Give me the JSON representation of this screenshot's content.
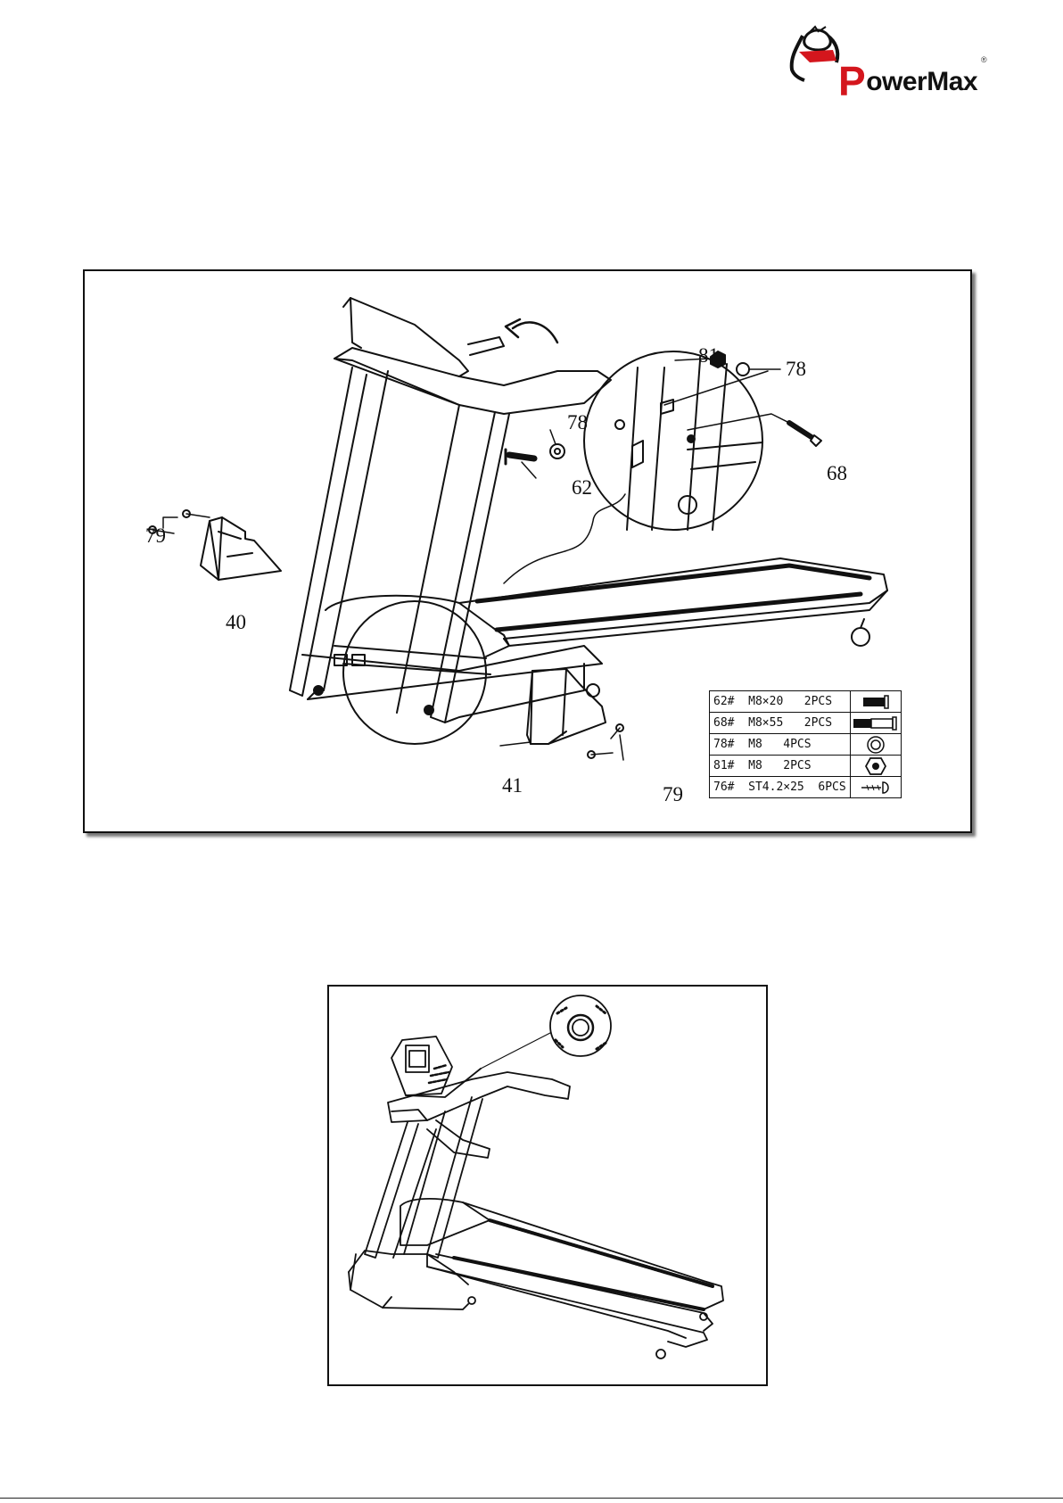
{
  "logo": {
    "brand": "owerMax",
    "initial": "P",
    "reg": "®"
  },
  "diagram1": {
    "labels": {
      "c81": "81",
      "c78a": "78",
      "c78b": "78",
      "c62": "62",
      "c68": "68",
      "c79a": "79",
      "c40": "40",
      "c41": "41",
      "c79b": "79"
    },
    "parts_table": [
      {
        "spec": "62#  M8×20   2PCS",
        "icon": "bolt-short-icon"
      },
      {
        "spec": "68#  M8×55   2PCS",
        "icon": "bolt-long-icon"
      },
      {
        "spec": "78#  M8   4PCS",
        "icon": "washer-icon"
      },
      {
        "spec": "81#  M8   2PCS",
        "icon": "nut-icon"
      },
      {
        "spec": "76#  ST4.2×25  6PCS",
        "icon": "screw-icon"
      }
    ]
  },
  "colors": {
    "brand_red": "#d4161d",
    "ink": "#111111"
  }
}
